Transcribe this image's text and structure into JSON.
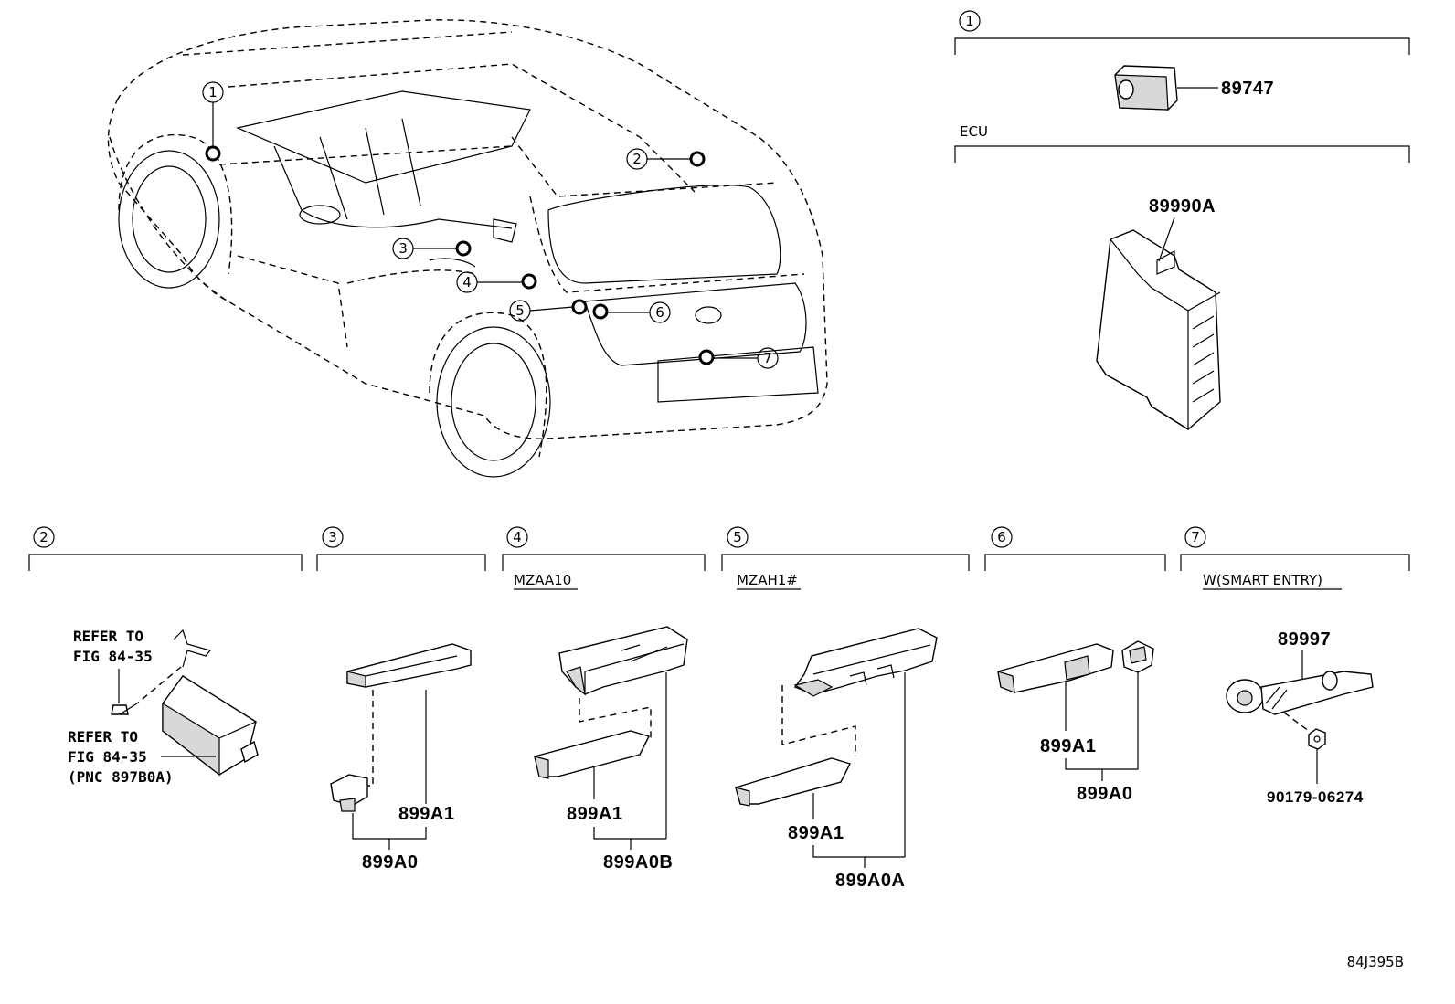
{
  "callouts": [
    "1",
    "2",
    "3",
    "4",
    "5",
    "6",
    "7"
  ],
  "sections": {
    "s1": {
      "num": "1",
      "part": "89747",
      "group_label": "ECU",
      "ecu_part": "89990A"
    },
    "s2": {
      "num": "2",
      "refer1_line1": "REFER TO",
      "refer1_line2": "FIG 84-35",
      "refer2_line1": "REFER TO",
      "refer2_line2": "FIG 84-35",
      "refer2_line3": "(PNC 897B0A)"
    },
    "s3": {
      "num": "3",
      "part_a": "899A1",
      "part_b": "899A0"
    },
    "s4": {
      "num": "4",
      "condition": "MZAA10",
      "part_a": "899A1",
      "part_b": "899A0B"
    },
    "s5": {
      "num": "5",
      "condition": "MZAH1#",
      "part_a": "899A1",
      "part_b": "899A0A"
    },
    "s6": {
      "num": "6",
      "part_a": "899A1",
      "part_b": "899A0"
    },
    "s7": {
      "num": "7",
      "condition": "W(SMART ENTRY)",
      "part_a": "89997",
      "part_b": "90179-06274"
    }
  },
  "figure_id": "84J395B"
}
